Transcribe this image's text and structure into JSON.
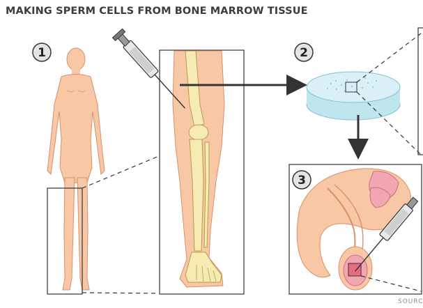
{
  "title": "MAKING SPERM CELLS FROM BONE MARROW TISSUE",
  "steps": [
    "1",
    "2",
    "3"
  ],
  "source_label": "SOURC",
  "colors": {
    "skin": "#f8c7a5",
    "skin_outline": "#d9906a",
    "bone": "#f7ebb4",
    "bone_outline": "#b89c48",
    "dish": "#bfe6ef",
    "tissue_pink": "#f2a6b2",
    "arrow": "#333333",
    "badge": "#e4e4e4"
  }
}
